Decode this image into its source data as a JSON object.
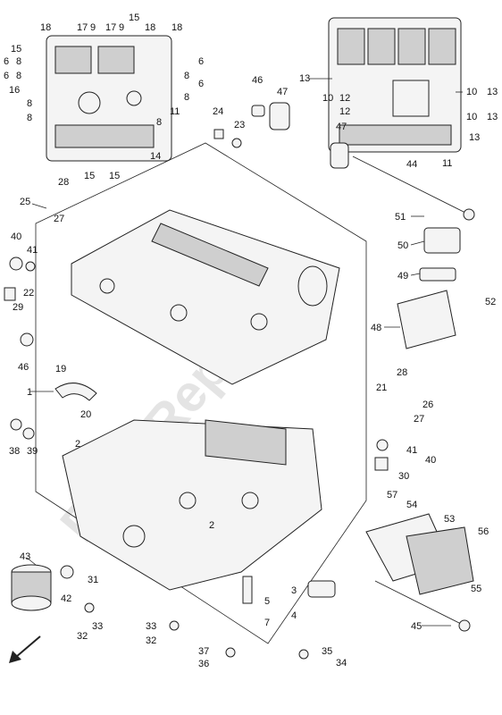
{
  "watermark": "PartsRepublik",
  "callouts": [
    "1",
    "2",
    "3",
    "4",
    "5",
    "6",
    "7",
    "8",
    "9",
    "10",
    "11",
    "12",
    "13",
    "14",
    "15",
    "16",
    "17",
    "18",
    "19",
    "20",
    "21",
    "22",
    "23",
    "24",
    "25",
    "26",
    "27",
    "28",
    "29",
    "30",
    "31",
    "32",
    "33",
    "34",
    "35",
    "36",
    "37",
    "38",
    "39",
    "40",
    "41",
    "42",
    "43",
    "44",
    "45",
    "46",
    "47",
    "48",
    "49",
    "50",
    "51",
    "52",
    "53",
    "54",
    "55",
    "56",
    "57"
  ]
}
